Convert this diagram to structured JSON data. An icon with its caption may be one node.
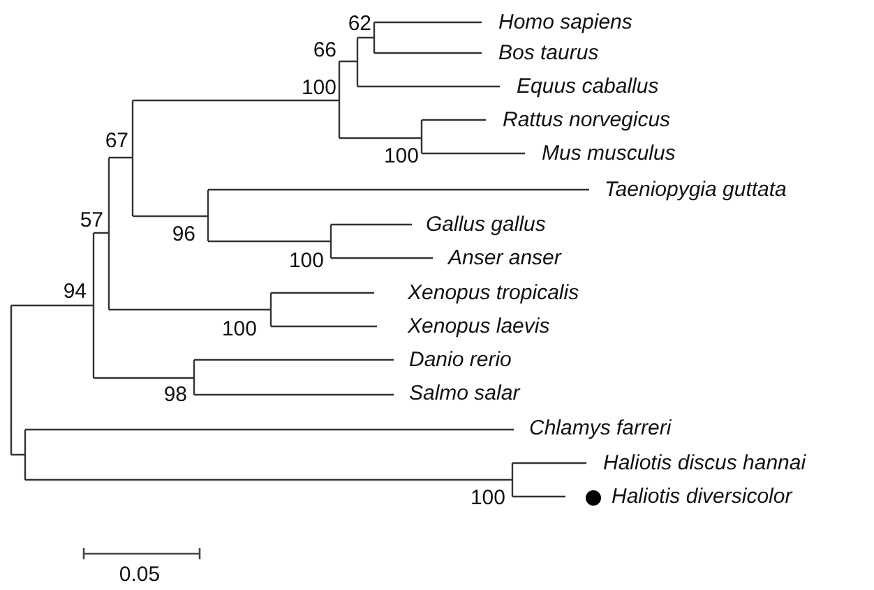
{
  "diagram": {
    "labels": [
      "Homo sapiens",
      "62",
      "Bos taurus",
      "66",
      "Equus caballus",
      "100",
      "Rattus norvegicus",
      "67",
      "Mus musculus",
      "100",
      "Taeniopygia guttata",
      "57",
      "Gallus gallus",
      "96",
      "Anser anser",
      "100",
      "94",
      "Xenopus tropicalis",
      "Xenopus laevis",
      "100",
      "Danio rerio",
      "Salmo salar",
      "98",
      "Chlamys farreri",
      "Haliotis discus hannai",
      "100",
      "Haliotis diversicolor",
      "0.05"
    ]
  }
}
